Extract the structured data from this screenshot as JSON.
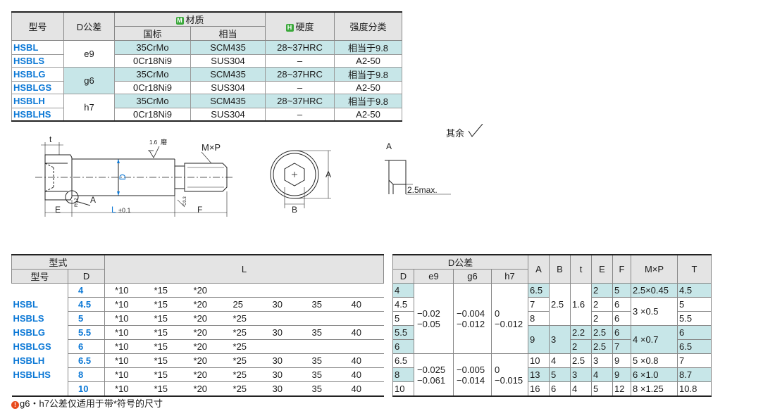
{
  "material_table": {
    "headers": {
      "model": "型号",
      "d_tolerance": "D公差",
      "material_badge": "M",
      "material": "材质",
      "national": "国标",
      "equivalent": "相当",
      "hardness_badge": "H",
      "hardness": "硬度",
      "strength": "强度分类"
    },
    "rows": [
      {
        "model": "HSBL",
        "tol": "e9",
        "national": "35CrMo",
        "equivalent": "SCM435",
        "hardness": "28~37HRC",
        "strength": "相当于9.8"
      },
      {
        "model": "HSBLS",
        "tol": "",
        "national": "0Cr18Ni9",
        "equivalent": "SUS304",
        "hardness": "–",
        "strength": "A2-50"
      },
      {
        "model": "HSBLG",
        "tol": "g6",
        "national": "35CrMo",
        "equivalent": "SCM435",
        "hardness": "28~37HRC",
        "strength": "相当于9.8"
      },
      {
        "model": "HSBLGS",
        "tol": "",
        "national": "0Cr18Ni9",
        "equivalent": "SUS304",
        "hardness": "–",
        "strength": "A2-50"
      },
      {
        "model": "HSBLH",
        "tol": "h7",
        "national": "35CrMo",
        "equivalent": "SCM435",
        "hardness": "28~37HRC",
        "strength": "相当于9.8"
      },
      {
        "model": "HSBLHS",
        "tol": "",
        "national": "0Cr18Ni9",
        "equivalent": "SUS304",
        "hardness": "–",
        "strength": "A2-50"
      }
    ]
  },
  "roughness_note": "其余",
  "drawing": {
    "t": "t",
    "roughness": "1.6",
    "roughness_mark": "磨",
    "mxp": "M×P",
    "d": "D",
    "a": "A",
    "e": "E",
    "l": "L",
    "l_tol": "±0.1",
    "f": "F",
    "b": "B",
    "angle1": "R0.2",
    "angle2": "C0.3",
    "detail_a": "A",
    "max": "2.5max."
  },
  "size_table": {
    "header_type": "型式",
    "header_model": "型号",
    "header_d": "D",
    "header_l": "L",
    "models": [
      "HSBL",
      "HSBLS",
      "HSBLG",
      "HSBLGS",
      "HSBLH",
      "HSBLHS"
    ],
    "rows": [
      {
        "d": "4",
        "l": [
          "*10",
          "*15",
          "*20",
          "",
          "",
          "",
          ""
        ]
      },
      {
        "d": "4.5",
        "l": [
          "*10",
          "*15",
          "*20",
          "25",
          "30",
          "35",
          "40"
        ]
      },
      {
        "d": "5",
        "l": [
          "*10",
          "*15",
          "*20",
          "*25",
          "",
          "",
          ""
        ]
      },
      {
        "d": "5.5",
        "l": [
          "*10",
          "*15",
          "*20",
          "*25",
          "30",
          "35",
          "40"
        ]
      },
      {
        "d": "6",
        "l": [
          "*10",
          "*15",
          "*20",
          "*25",
          "",
          "",
          ""
        ]
      },
      {
        "d": "6.5",
        "l": [
          "*10",
          "*15",
          "*20",
          "*25",
          "30",
          "35",
          "40"
        ]
      },
      {
        "d": "8",
        "l": [
          "*10",
          "*15",
          "*20",
          "*25",
          "30",
          "35",
          "40"
        ]
      },
      {
        "d": "10",
        "l": [
          "*10",
          "*15",
          "*20",
          "*25",
          "30",
          "35",
          "40"
        ]
      }
    ]
  },
  "dims_table": {
    "headers": {
      "d_tol": "D公差",
      "d": "D",
      "e9": "e9",
      "g6": "g6",
      "h7": "h7",
      "a": "A",
      "b": "B",
      "t": "t",
      "e": "E",
      "f": "F",
      "mxp": "M×P",
      "t_cap": "T"
    },
    "tol_group1": {
      "e9_upper": "−0.02",
      "e9_lower": "−0.05",
      "g6_upper": "−0.004",
      "g6_lower": "−0.012",
      "h7_upper": "0",
      "h7_lower": "−0.012"
    },
    "tol_group2": {
      "e9_upper": "−0.025",
      "e9_lower": "−0.061",
      "g6_upper": "−0.005",
      "g6_lower": "−0.014",
      "h7_upper": "0",
      "h7_lower": "−0.015"
    },
    "d": [
      "4",
      "4.5",
      "5",
      "5.5",
      "6",
      "6.5",
      "8",
      "10"
    ],
    "a": [
      "6.5",
      "7",
      "8",
      "9",
      "",
      "10",
      "13",
      "16"
    ],
    "b": [
      "",
      "2.5",
      "",
      "3",
      "",
      "4",
      "5",
      "6"
    ],
    "t": [
      "",
      "1.6",
      "",
      "2.2",
      "2",
      "2.5",
      "3",
      "4"
    ],
    "e": [
      "2",
      "2",
      "2",
      "2.5",
      "2.5",
      "3",
      "4",
      "5"
    ],
    "f": [
      "5",
      "6",
      "6",
      "6",
      "7",
      "9",
      "9",
      "12"
    ],
    "mxp": [
      "2.5×0.45",
      "3  ×0.5",
      "",
      "4  ×0.7",
      "",
      "5  ×0.8",
      "6  ×1.0",
      "8  ×1.25"
    ],
    "t_cap": [
      "4.5",
      "5",
      "5.5",
      "6",
      "6.5",
      "7",
      "8.7",
      "10.8"
    ]
  },
  "footnote": {
    "icon": "!",
    "text": "g6・h7公差仅适用于带*符号的尺寸"
  }
}
